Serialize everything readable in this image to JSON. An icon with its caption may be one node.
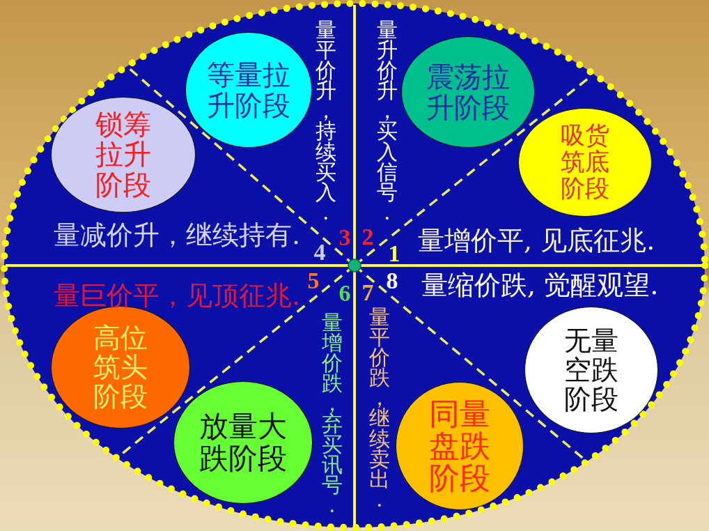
{
  "diagram": {
    "nodes": [
      {
        "text": [
          "等量拉升阶段"
        ],
        "beside": [
          "量平价升，持续买入."
        ]
      },
      {
        "text": [
          "震荡拉升阶段"
        ],
        "beside": [
          "量升价升，买入信号."
        ]
      },
      {
        "text": [
          "锁筹拉升阶段"
        ],
        "beside": [
          "量减价升，继续持有."
        ]
      },
      {
        "text": [
          "吸货筑底阶段"
        ],
        "beside": [
          "量增价平, 见底征兆."
        ]
      },
      {
        "text": [
          "高位筑头阶段"
        ],
        "beside": [
          "量巨价平，见顶征兆."
        ]
      },
      {
        "text": [
          "无量空跌阶段"
        ],
        "beside": [
          "量缩价跌, 觉醒观望."
        ]
      },
      {
        "text": [
          "放量大跌阶段"
        ],
        "beside": [
          "量增价跌，弃买讯号."
        ]
      },
      {
        "text": [
          "同量盘跌阶段"
        ],
        "beside": [
          "量平价跌，继续卖出."
        ]
      }
    ],
    "labels": [
      "1",
      "2",
      "3",
      "4",
      "5",
      "6",
      "7",
      "8"
    ]
  }
}
